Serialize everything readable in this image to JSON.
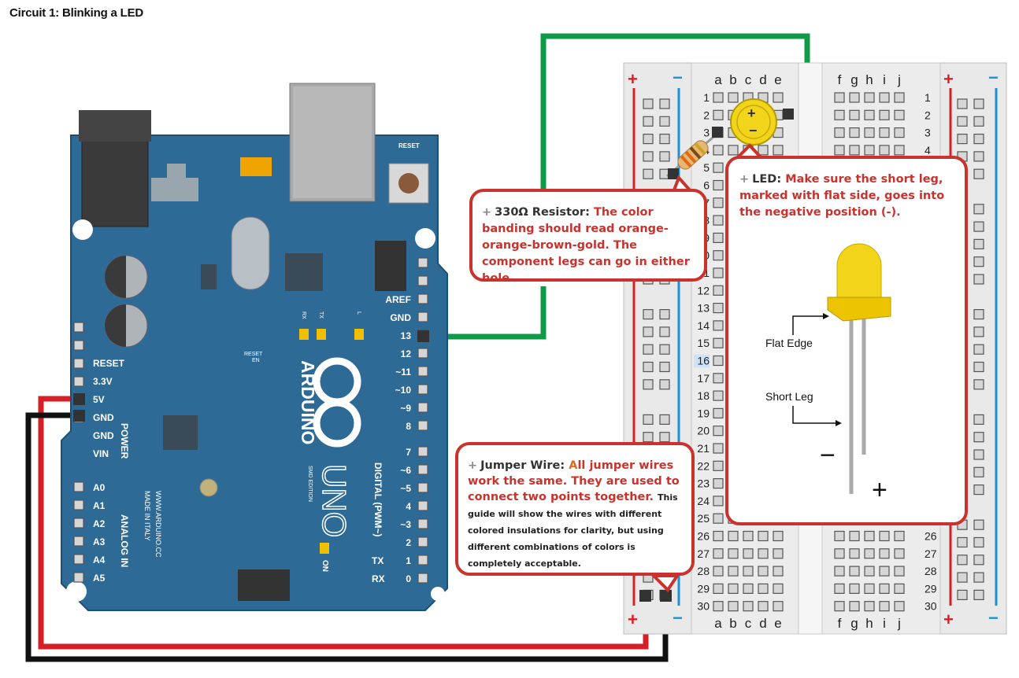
{
  "title": "Circuit 1: Blinking a LED",
  "arduino": {
    "brand": "ARDUINO",
    "model": "UNO",
    "edition": "SMD EDITION",
    "website": "WWW.ARDUINO.CC",
    "made_in": "MADE IN ITALY",
    "reset_label": "RESET",
    "reset_en_label": "RESET",
    "reset_en_sub": "EN",
    "on_label": "ON",
    "rx_led": "RX",
    "tx_led": "TX",
    "l_led": "L",
    "power_group": "POWER",
    "analog_group": "ANALOG IN",
    "digital_group": "DIGITAL (PWM~)",
    "power_pins": [
      "RESET",
      "3.3V",
      "5V",
      "GND",
      "GND",
      "VIN"
    ],
    "analog_pins": [
      "A0",
      "A1",
      "A2",
      "A3",
      "A4",
      "A5"
    ],
    "digital_upper": [
      "AREF",
      "GND",
      "13",
      "12",
      "~11",
      "~10",
      "~9",
      "8"
    ],
    "digital_lower": [
      "7",
      "~6",
      "~5",
      "4",
      "~3",
      "2",
      "TX",
      "RX"
    ],
    "digital_lower_nums": [
      "1",
      "0"
    ]
  },
  "breadboard": {
    "plus": "+",
    "minus": "−",
    "columns_left": [
      "a",
      "b",
      "c",
      "d",
      "e"
    ],
    "columns_right": [
      "f",
      "g",
      "h",
      "i",
      "j"
    ],
    "rows": 30,
    "highlight_row": 16
  },
  "callouts": {
    "resistor": {
      "plus": "+",
      "lead": "330Ω Resistor:",
      "body": "The color banding should read orange-orange-brown-gold. The component legs can go in either hole."
    },
    "led": {
      "plus": "+",
      "lead": "LED:",
      "body": "Make sure the short leg, marked with flat side, goes into the negative position (-).",
      "flat_edge": "Flat Edge",
      "short_leg": "Short Leg",
      "minus_sign": "−",
      "plus_sign": "+"
    },
    "jumper": {
      "plus": "+",
      "lead": "Jumper Wire:",
      "lead_a": "A",
      "body_red": "ll jumper wires work the same. They are used to connect two points together.",
      "body_small": "This guide will show the wires with different colored insulations for clarity, but using different combinations of colors is completely acceptable."
    }
  },
  "colors": {
    "board": "#2d6a96",
    "wire_green": "#0f9a48",
    "wire_red": "#d62027",
    "wire_black": "#111111",
    "callout_border": "#c9322d",
    "led_yellow": "#f2d41a",
    "rail_red": "#d62027",
    "rail_blue": "#1e90d6"
  }
}
